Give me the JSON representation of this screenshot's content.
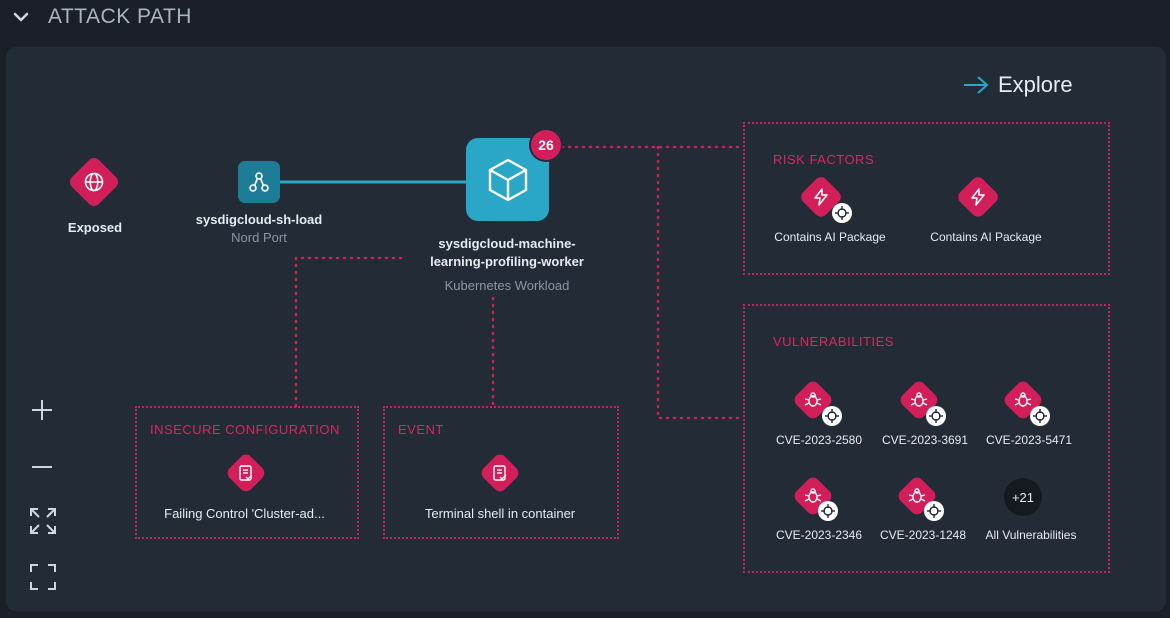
{
  "header": {
    "title": "ATTACK PATH"
  },
  "explore": {
    "label": "Explore"
  },
  "nodes": {
    "exposed": {
      "label": "Exposed"
    },
    "loadbalancer": {
      "label": "sysdigcloud-sh-load",
      "sublabel": "Nord Port"
    },
    "workload": {
      "label_line1": "sysdigcloud-machine-",
      "label_line2": "learning-profiling-worker",
      "sublabel": "Kubernetes Workload",
      "badge": "26"
    }
  },
  "risk_factors": {
    "title": "RISK FACTORS",
    "items": [
      {
        "label": "Contains AI Package"
      },
      {
        "label": "Contains AI Package"
      }
    ]
  },
  "vulnerabilities": {
    "title": "VULNERABILITIES",
    "items": [
      {
        "label": "CVE-2023-2580"
      },
      {
        "label": "CVE-2023-3691"
      },
      {
        "label": "CVE-2023-5471"
      },
      {
        "label": "CVE-2023-2346"
      },
      {
        "label": "CVE-2023-1248"
      }
    ],
    "more": {
      "count": "+21",
      "label": "All Vulnerabilities"
    }
  },
  "insecure_configuration": {
    "title": "INSECURE CONFIGURATION",
    "item": "Failing Control 'Cluster-ad..."
  },
  "event": {
    "title": "EVENT",
    "item": "Terminal shell in container"
  },
  "colors": {
    "accent": "#d21f5a",
    "node": "#2aa7c6",
    "background": "#232b37"
  },
  "icons": [
    "chevron-down-icon",
    "arrow-right-icon",
    "globe-icon",
    "network-icon",
    "cube-icon",
    "lightning-icon",
    "bug-icon",
    "target-icon",
    "checklist-icon",
    "plus-icon",
    "minus-icon",
    "fit-view-icon",
    "fullscreen-icon"
  ]
}
